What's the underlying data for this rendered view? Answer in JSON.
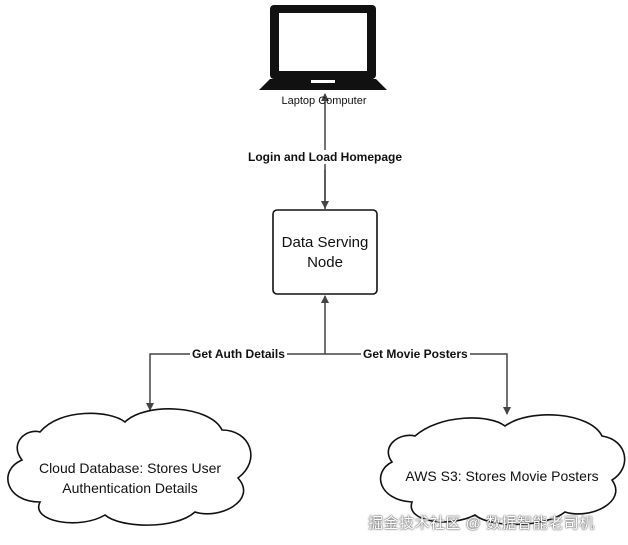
{
  "nodes": {
    "laptop": {
      "label": "Laptop Computer"
    },
    "server": {
      "label": "Data Serving Node"
    },
    "cloud_db": {
      "label": "Cloud Database: Stores User Authentication Details"
    },
    "s3": {
      "label": "AWS S3: Stores Movie Posters"
    }
  },
  "edges": {
    "login": {
      "label": "Login and Load Homepage"
    },
    "auth": {
      "label": "Get Auth Details"
    },
    "posters": {
      "label": "Get Movie Posters"
    }
  },
  "watermark": {
    "text": "掘金技术社区 @ 数据智能老司机"
  },
  "colors": {
    "line": "#444444",
    "stroke": "#111111",
    "fill": "#ffffff"
  }
}
